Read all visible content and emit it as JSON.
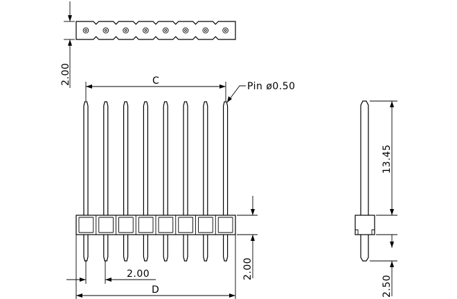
{
  "labels": {
    "dim_c": "C",
    "dim_d": "D",
    "pin_callout": "Pin  ø0.50",
    "pitch_top": "2.00",
    "pitch_bottom": "2.00",
    "housing_height": "2.00",
    "pin_length": "13.45",
    "tail_length": "2.50"
  },
  "pin_count": 8
}
